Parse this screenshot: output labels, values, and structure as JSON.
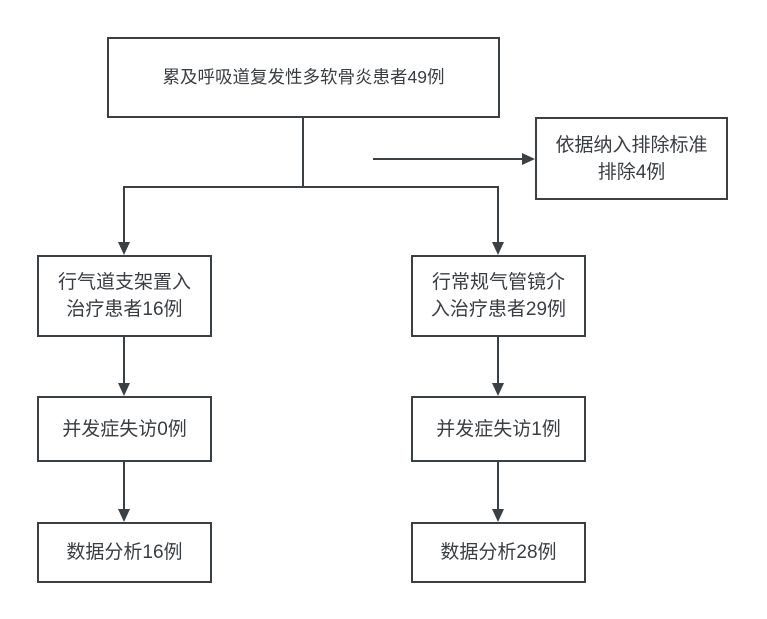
{
  "figure": {
    "type": "flowchart",
    "colors": {
      "background": "#ffffff",
      "line": "#3b4045",
      "text": "#3a3e43",
      "box_fill": "#ffffff"
    },
    "nodes": {
      "total_patients": {
        "lines": [
          "累及呼吸道复发性多软骨炎患者49例"
        ]
      },
      "excluded": {
        "lines": [
          "依据纳入排除标准",
          "排除4例"
        ]
      },
      "stent_group": {
        "lines": [
          "行气道支架置入",
          "治疗患者16例"
        ]
      },
      "bronchoscopy_group": {
        "lines": [
          "行常规气管镜介",
          "入治疗患者29例"
        ]
      },
      "stent_lost_followup": {
        "lines": [
          "并发症失访0例"
        ]
      },
      "bronchoscopy_lost_followup": {
        "lines": [
          "并发症失访1例"
        ]
      },
      "stent_analyzed": {
        "lines": [
          "数据分析16例"
        ]
      },
      "bronchoscopy_analyzed": {
        "lines": [
          "数据分析28例"
        ]
      }
    }
  }
}
